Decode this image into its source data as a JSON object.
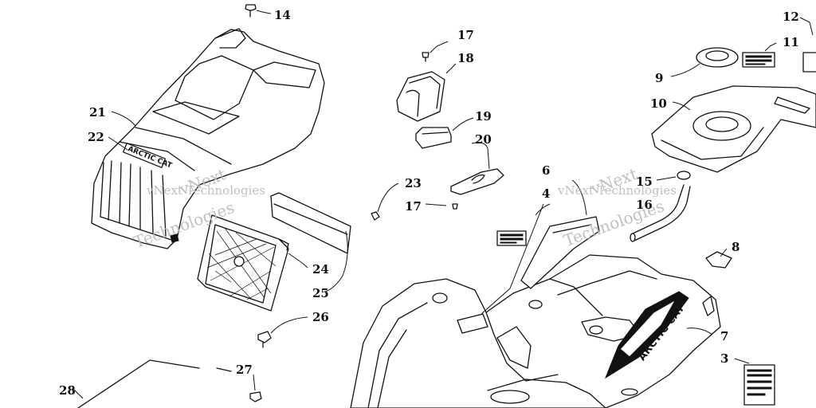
{
  "watermark": {
    "text": "vNext Technologies",
    "short_1": "vNext",
    "short_2": "Technologies"
  },
  "logo_text": "ARCTIC CAT",
  "callouts": [
    {
      "id": "c14",
      "label": "14"
    },
    {
      "id": "c12",
      "label": "12"
    },
    {
      "id": "c11",
      "label": "11"
    },
    {
      "id": "c9",
      "label": "9"
    },
    {
      "id": "c10",
      "label": "10"
    },
    {
      "id": "c17a",
      "label": "17"
    },
    {
      "id": "c18",
      "label": "18"
    },
    {
      "id": "c19",
      "label": "19"
    },
    {
      "id": "c20",
      "label": "20"
    },
    {
      "id": "c21",
      "label": "21"
    },
    {
      "id": "c22",
      "label": "22"
    },
    {
      "id": "c23",
      "label": "23"
    },
    {
      "id": "c17b",
      "label": "17"
    },
    {
      "id": "c6",
      "label": "6"
    },
    {
      "id": "c4",
      "label": "4"
    },
    {
      "id": "c15",
      "label": "15"
    },
    {
      "id": "c16",
      "label": "16"
    },
    {
      "id": "c8",
      "label": "8"
    },
    {
      "id": "c24",
      "label": "24"
    },
    {
      "id": "c25",
      "label": "25"
    },
    {
      "id": "c26",
      "label": "26"
    },
    {
      "id": "c7",
      "label": "7"
    },
    {
      "id": "c3",
      "label": "3"
    },
    {
      "id": "c27",
      "label": "27"
    },
    {
      "id": "c28",
      "label": "28"
    }
  ]
}
